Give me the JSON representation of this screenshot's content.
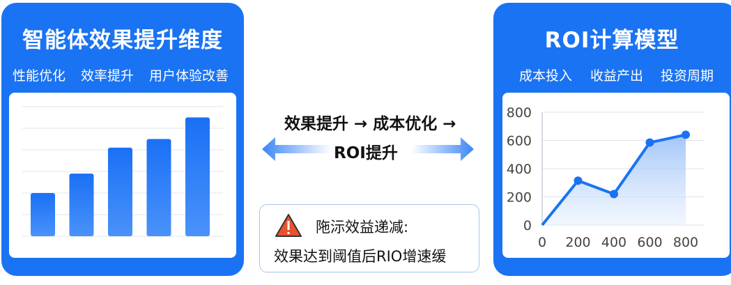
{
  "left_panel": {
    "title": "智能体效果提升维度",
    "subtitles": [
      "性能优化",
      "效率提升",
      "用户体验改善"
    ],
    "bar_values": [
      2.0,
      2.9,
      4.1,
      4.5,
      5.5
    ],
    "bar_max": 6
  },
  "right_panel": {
    "title": "ROI计算模型",
    "subtitles": [
      "成本投入",
      "收益产出",
      "投资周期"
    ]
  },
  "middle": {
    "flow_line1": "效果提升 → 成本优化 →",
    "flow_line2": "ROI提升",
    "warning_title": "陁沶效益递减:",
    "warning_text": "效果达到阈值后RIO增速缓"
  },
  "colors": {
    "panel": "#1a73f2",
    "bar": "#2f80f7",
    "line": "#1a73f2",
    "warning": "#e8532f"
  },
  "chart_data": {
    "type": "line",
    "x": [
      0,
      200,
      400,
      600,
      800
    ],
    "y": [
      0,
      315,
      220,
      585,
      640
    ],
    "xticks": [
      "0",
      "200",
      "400",
      "600",
      "800"
    ],
    "yticks": [
      "0",
      "200",
      "400",
      "600",
      "800"
    ],
    "xlim": [
      0,
      800
    ],
    "ylim": [
      0,
      800
    ],
    "grid": true
  }
}
